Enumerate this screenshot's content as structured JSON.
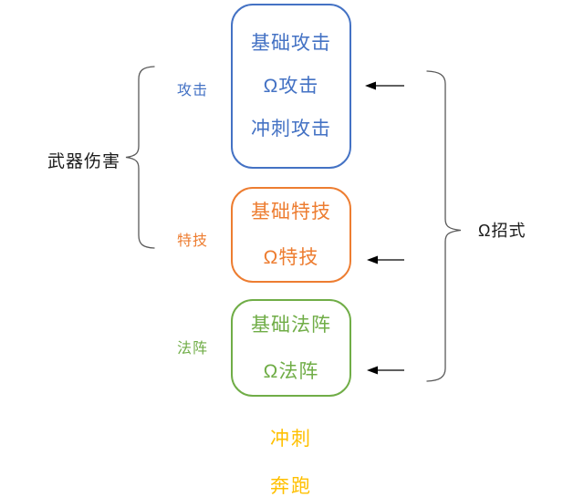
{
  "diagram": {
    "left_label": "武器伤害",
    "right_label": "Ω招式",
    "groups": [
      {
        "category": "攻击",
        "color": "#4472C4",
        "items": [
          "基础攻击",
          "Ω攻击",
          "冲刺攻击"
        ]
      },
      {
        "category": "特技",
        "color": "#ED7D31",
        "items": [
          "基础特技",
          "Ω特技"
        ]
      },
      {
        "category": "法阵",
        "color": "#70AD47",
        "items": [
          "基础法阵",
          "Ω法阵"
        ]
      }
    ],
    "footer": [
      "冲刺",
      "奔跑"
    ],
    "colors": {
      "attack_blue": "#4472C4",
      "skill_orange": "#ED7D31",
      "circle_green": "#70AD47",
      "footer_yellow": "#FFC000",
      "label_black": "#1a1a1a",
      "brace_gray": "#595959",
      "arrow_black": "#000000"
    }
  }
}
